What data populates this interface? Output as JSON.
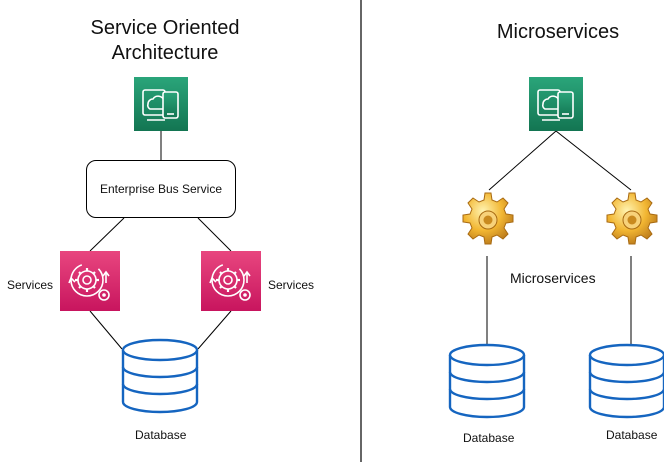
{
  "soa": {
    "title_line1": "Service Oriented",
    "title_line2": "Architecture",
    "bus_label": "Enterprise Bus Service",
    "services_left_label": "Services",
    "services_right_label": "Services",
    "database_label": "Database"
  },
  "micro": {
    "title": "Microservices",
    "center_label": "Microservices",
    "database_left_label": "Database",
    "database_right_label": "Database"
  },
  "colors": {
    "client_icon": "#1b7f5c",
    "service_icon": "#d6246e",
    "database_stroke": "#1565c0",
    "gear_fill": "#f2b632",
    "divider": "#000000"
  },
  "icons": {
    "client": "mobile-client-icon",
    "service": "service-gear-icon",
    "database": "database-icon",
    "microservice": "gear-icon"
  }
}
